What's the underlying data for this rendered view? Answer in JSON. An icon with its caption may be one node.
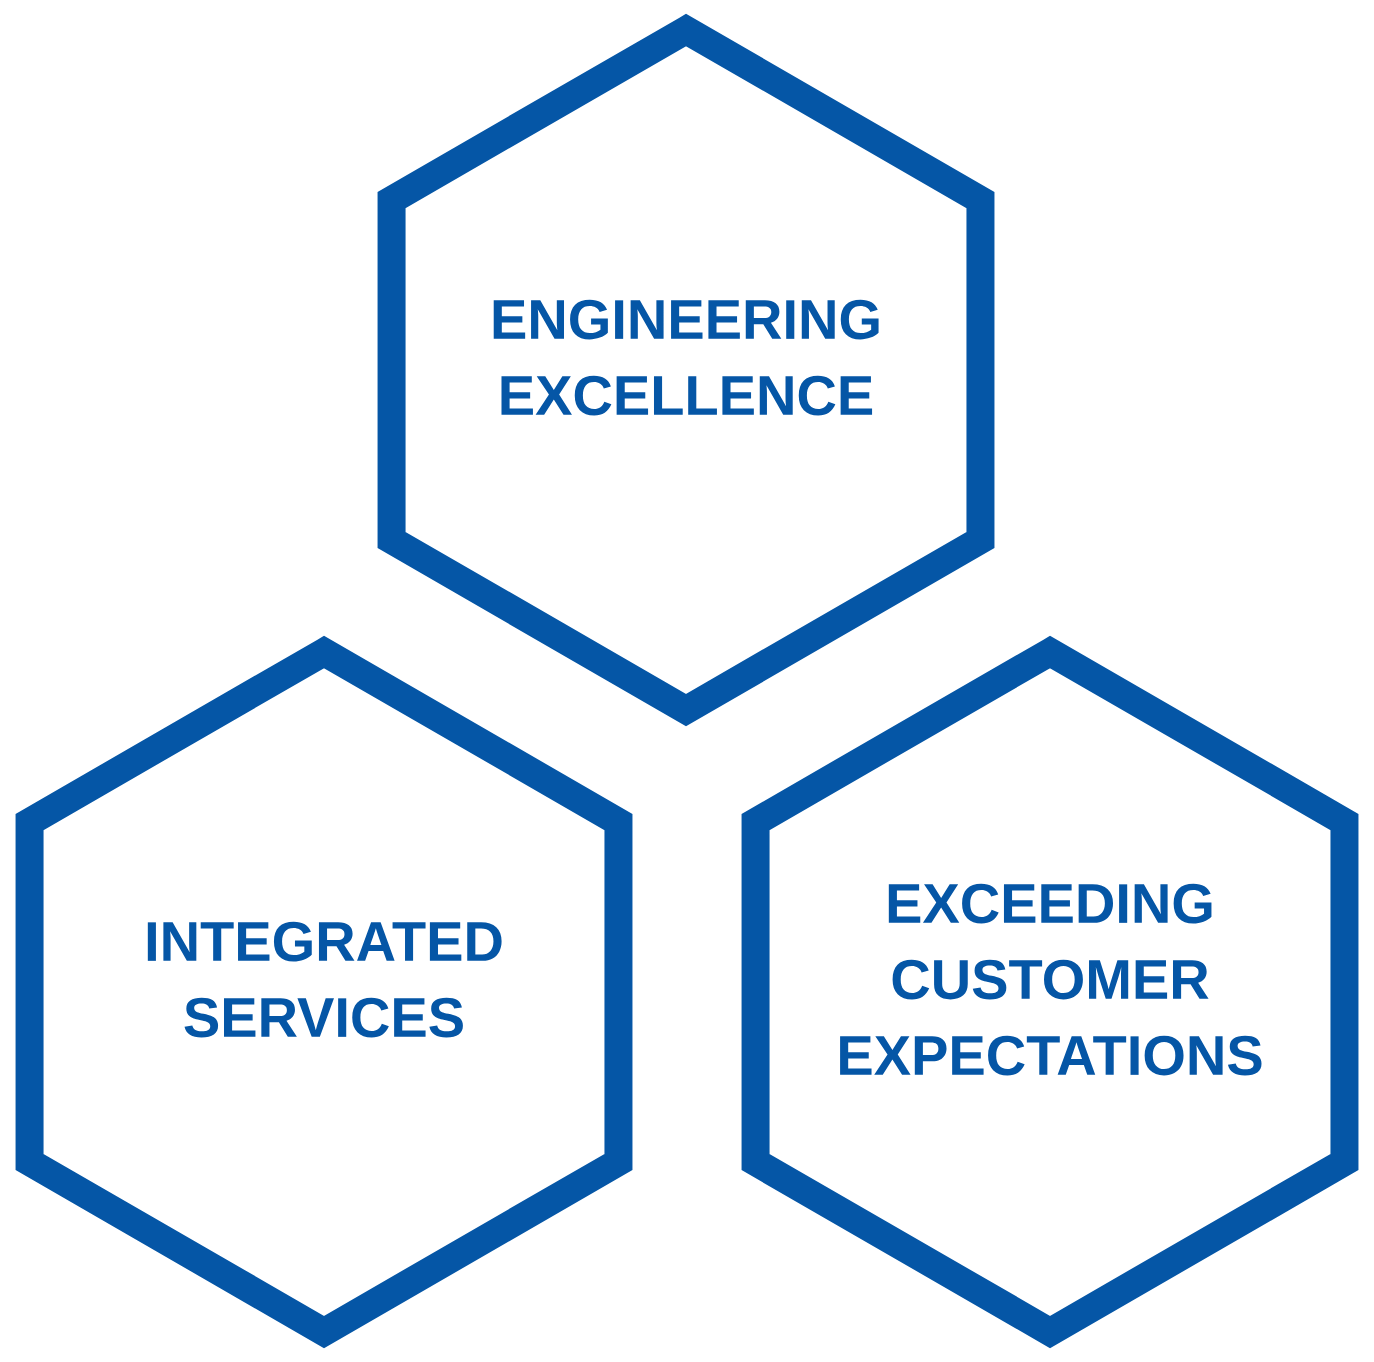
{
  "diagram": {
    "nodes": [
      {
        "text": [
          "ENGINEERING EXCELLENCE"
        ]
      },
      {
        "text": [
          "INTEGRATED SERVICES"
        ]
      },
      {
        "text": [
          "EXCEEDING CUSTOMER EXPECTATIONS"
        ]
      }
    ]
  }
}
